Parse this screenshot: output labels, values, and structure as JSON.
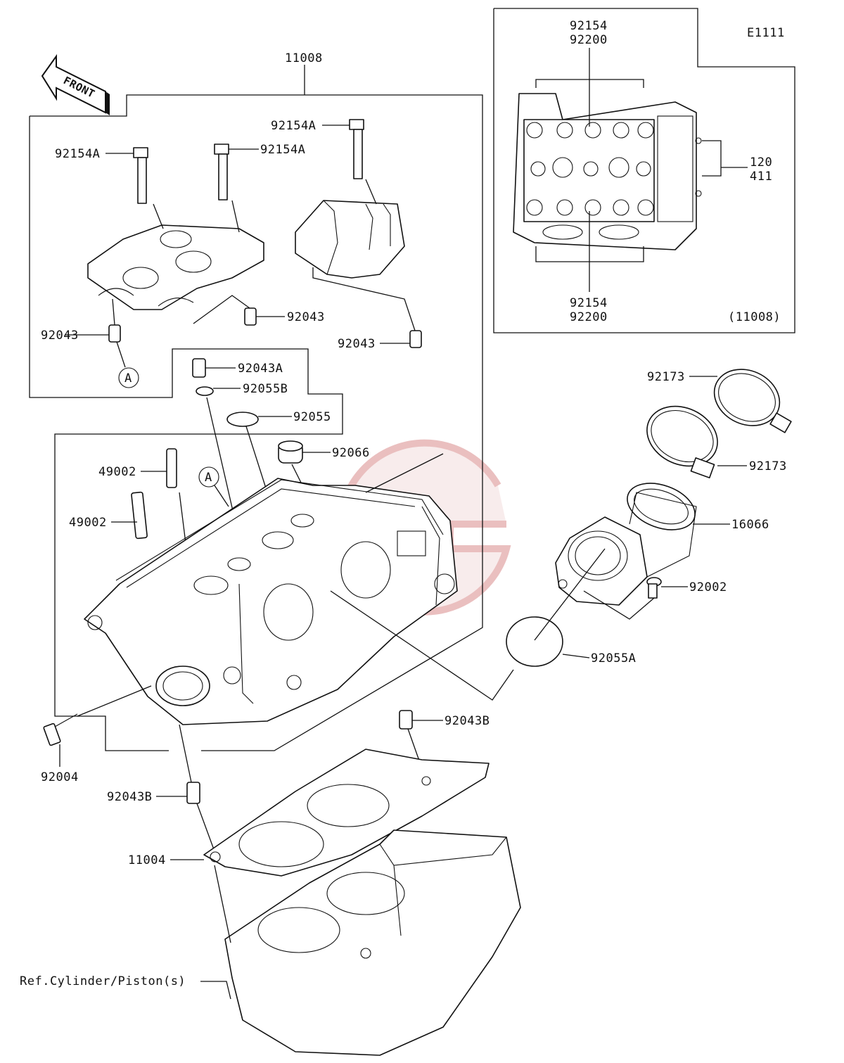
{
  "diagram_code": "E1111",
  "front_label": "FRONT",
  "inset_reference": "(11008)",
  "colors": {
    "ink": "#111111",
    "watermark_ring": "#d98c8c",
    "watermark_fill": "#f3dede"
  },
  "labels": {
    "p11008": "11008",
    "p92154a_1": "92154A",
    "p92154a_2": "92154A",
    "p92154a_3": "92154A",
    "p92043_1": "92043",
    "p92043_2": "92043",
    "p92043_3": "92043",
    "marker_a1": "A",
    "marker_a2": "A",
    "p92043a": "92043A",
    "p92055b": "92055B",
    "p92055": "92055",
    "p92066": "92066",
    "p49002_1": "49002",
    "p49002_2": "49002",
    "p92004": "92004",
    "p92043b_1": "92043B",
    "p92043b_2": "92043B",
    "p11004": "11004",
    "ref_cylinder": "Ref.Cylinder/Piston(s)",
    "inset_92154_top": "92154",
    "inset_92200_top": "92200",
    "inset_92154_bot": "92154",
    "inset_92200_bot": "92200",
    "inset_120": "120",
    "inset_411": "411",
    "p92173_1": "92173",
    "p92173_2": "92173",
    "p16066": "16066",
    "p92002": "92002",
    "p92055a": "92055A"
  }
}
